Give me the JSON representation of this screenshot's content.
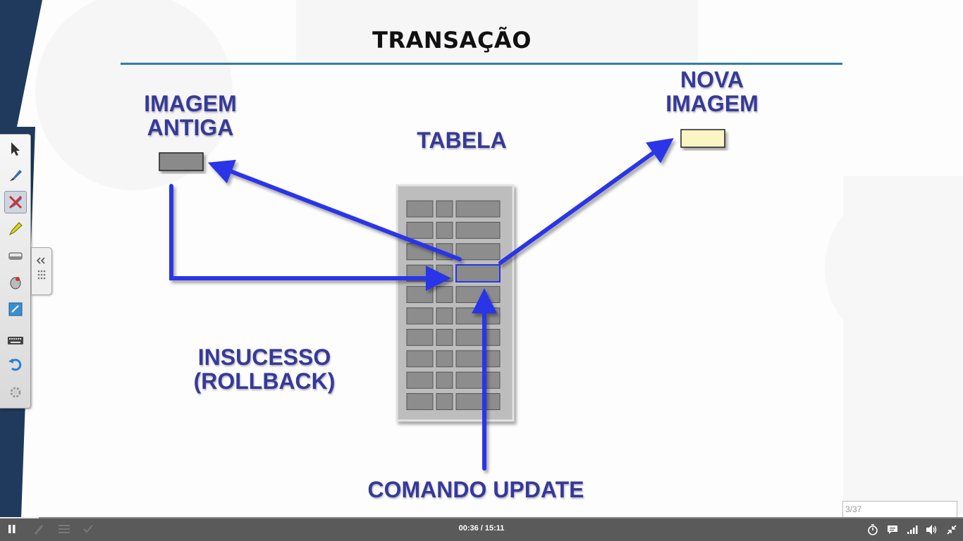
{
  "slide": {
    "title": "TRANSAÇÃO",
    "labels": {
      "old_image": "IMAGEM ANTIGA",
      "new_image": "NOVA IMAGEM",
      "table": "TABELA",
      "failure": "INSUCESSO (ROLLBACK)",
      "update_command": "COMANDO UPDATE"
    }
  },
  "colors": {
    "label_blue": "#36399a",
    "arrow_blue": "#2b35e8",
    "title_rule": "#2f7fa6",
    "table_gray": "#b9b9b9",
    "old_image_box": "#8a8a8a",
    "new_image_box": "#fbf5c6"
  },
  "toolbar": {
    "tools": [
      "pointer-icon",
      "pen-icon",
      "pen-eraser-icon",
      "highlighter-icon",
      "eraser-icon",
      "laser-icon",
      "whiteboard-icon",
      "keyboard-icon",
      "undo-icon",
      "settings-icon"
    ],
    "active_tool": "pen-eraser-icon"
  },
  "player": {
    "time": "00:36 / 15:11",
    "progress": 0.04,
    "page": "3/37",
    "icons": [
      "play-pause-icon",
      "pen-icon",
      "menu-icon",
      "check-icon",
      "timer-icon",
      "chat-icon",
      "signal-icon",
      "volume-icon",
      "collapse-icon"
    ]
  }
}
